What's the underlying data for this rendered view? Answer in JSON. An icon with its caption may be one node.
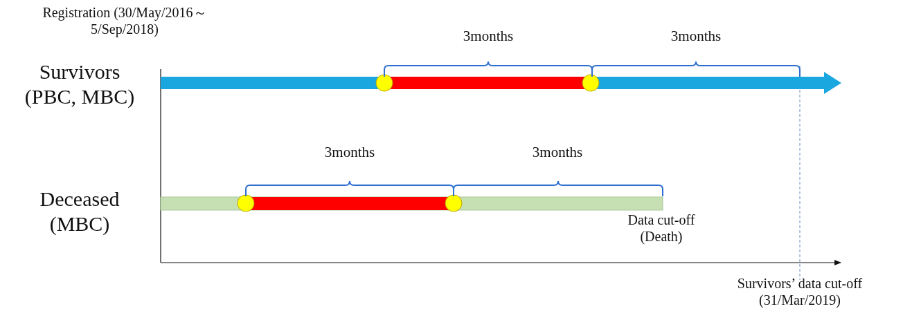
{
  "diagram": {
    "labels": [
      "Registration (30/May/2016～5/Sep/2018)",
      "3months",
      "3months",
      "Survivors (PBC, MBC)",
      "3months",
      "3months",
      "Deceased (MBC)",
      "Data cut-off (Death)",
      "Survivors’ data cut-off (31/Mar/2019)"
    ]
  }
}
